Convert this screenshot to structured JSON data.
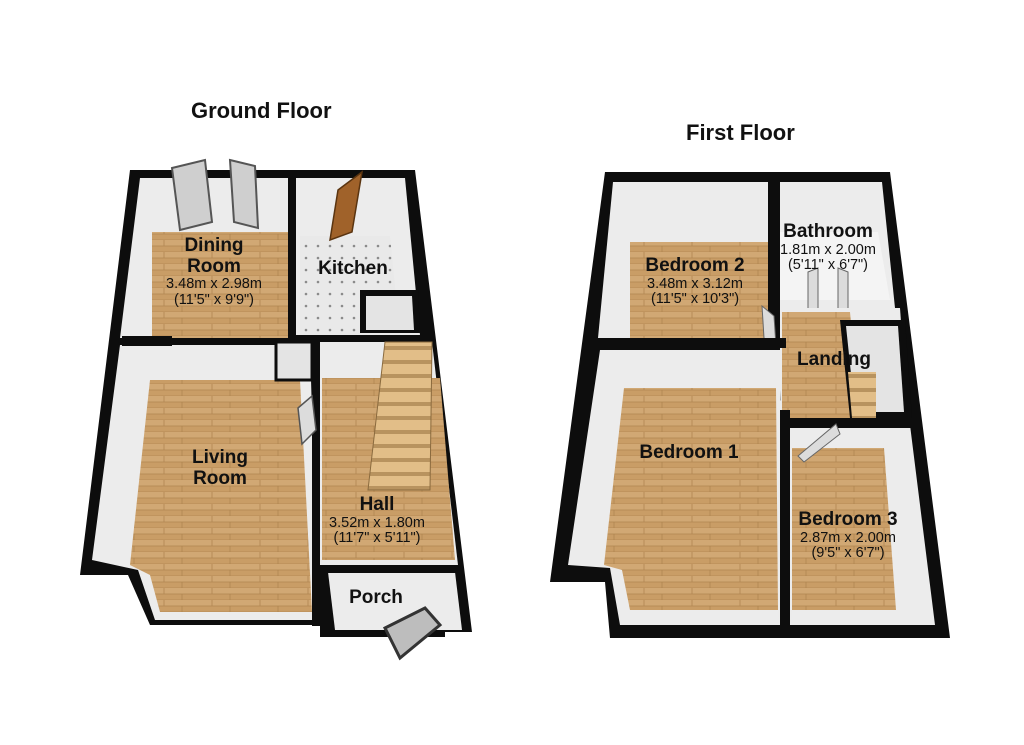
{
  "ground_floor": {
    "title": "Ground Floor",
    "rooms": {
      "dining_room": {
        "name_line1": "Dining",
        "name_line2": "Room",
        "metric": "3.48m x 2.98m",
        "imperial": "(11'5\" x 9'9\")"
      },
      "kitchen": {
        "name": "Kitchen"
      },
      "living_room": {
        "name_line1": "Living",
        "name_line2": "Room"
      },
      "hall": {
        "name": "Hall",
        "metric": "3.52m x 1.80m",
        "imperial": "(11'7\" x 5'11\")"
      },
      "porch": {
        "name": "Porch"
      }
    }
  },
  "first_floor": {
    "title": "First Floor",
    "rooms": {
      "bathroom": {
        "name": "Bathroom",
        "metric": "1.81m x 2.00m",
        "imperial": "(5'11\" x 6'7\")"
      },
      "bedroom_2": {
        "name": "Bedroom 2",
        "metric": "3.48m x 3.12m",
        "imperial": "(11'5\" x 10'3\")"
      },
      "landing": {
        "name": "Landing"
      },
      "bedroom_1": {
        "name": "Bedroom 1"
      },
      "bedroom_3": {
        "name": "Bedroom 3",
        "metric": "2.87m x 2.00m",
        "imperial": "(9'5\" x 6'7\")"
      }
    }
  },
  "colors": {
    "wall": "#0d0d0d",
    "wood_floor": "#caa06a",
    "wall_face": "#ececec",
    "tile_floor": "#e6e6e6"
  }
}
